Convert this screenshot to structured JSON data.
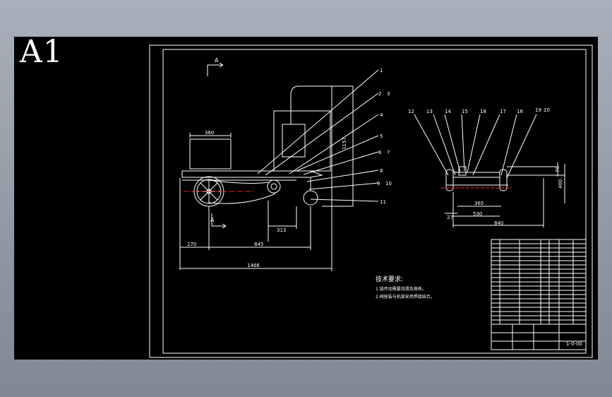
{
  "sheet": {
    "label": "A1"
  },
  "section_marks": {
    "top": "A",
    "bottom": "A"
  },
  "balloons": [
    "1",
    "2",
    "3",
    "4",
    "5",
    "6",
    "7",
    "8",
    "9",
    "10",
    "11",
    "12",
    "13",
    "14",
    "15",
    "18",
    "17",
    "16",
    "19",
    "20"
  ],
  "front_view_dims": {
    "tank_width": "360",
    "height": "1157",
    "d313": "313",
    "d270": "270",
    "d845": "845",
    "overall": "1466"
  },
  "side_view_dims": {
    "d70": "70",
    "d400": "400",
    "d27": "27",
    "d365": "365",
    "d530": "530",
    "d840": "840"
  },
  "technical_requirements": {
    "title": "技术要求:",
    "items": [
      "1 链传动需要润滑及保养。",
      "2 阀座装与机架采用焊接结合。"
    ]
  },
  "title_block": {
    "drawing_no": "1-0-00"
  },
  "colors": {
    "line": "#ffffff",
    "centerline": "#ff2a2a",
    "background": "#000000"
  }
}
